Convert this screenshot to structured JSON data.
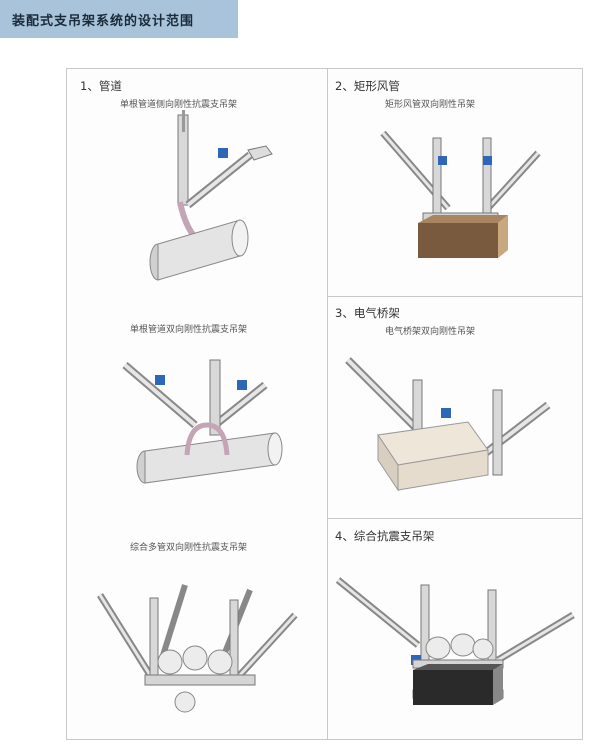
{
  "header": {
    "title": "装配式支吊架系统的设计范围"
  },
  "sections": {
    "pipe": {
      "title": "1、管道",
      "items": [
        {
          "caption": "单根管道侧向刚性抗震支吊架"
        },
        {
          "caption": "单根管道双向刚性抗震支吊架"
        },
        {
          "caption": "综合多管双向刚性抗震支吊架"
        }
      ]
    },
    "duct": {
      "title": "2、矩形风管",
      "caption": "矩形风管双向刚性吊架"
    },
    "tray": {
      "title": "3、电气桥架",
      "caption": "电气桥架双向刚性吊架"
    },
    "combined": {
      "title": "4、综合抗震支吊架"
    }
  }
}
